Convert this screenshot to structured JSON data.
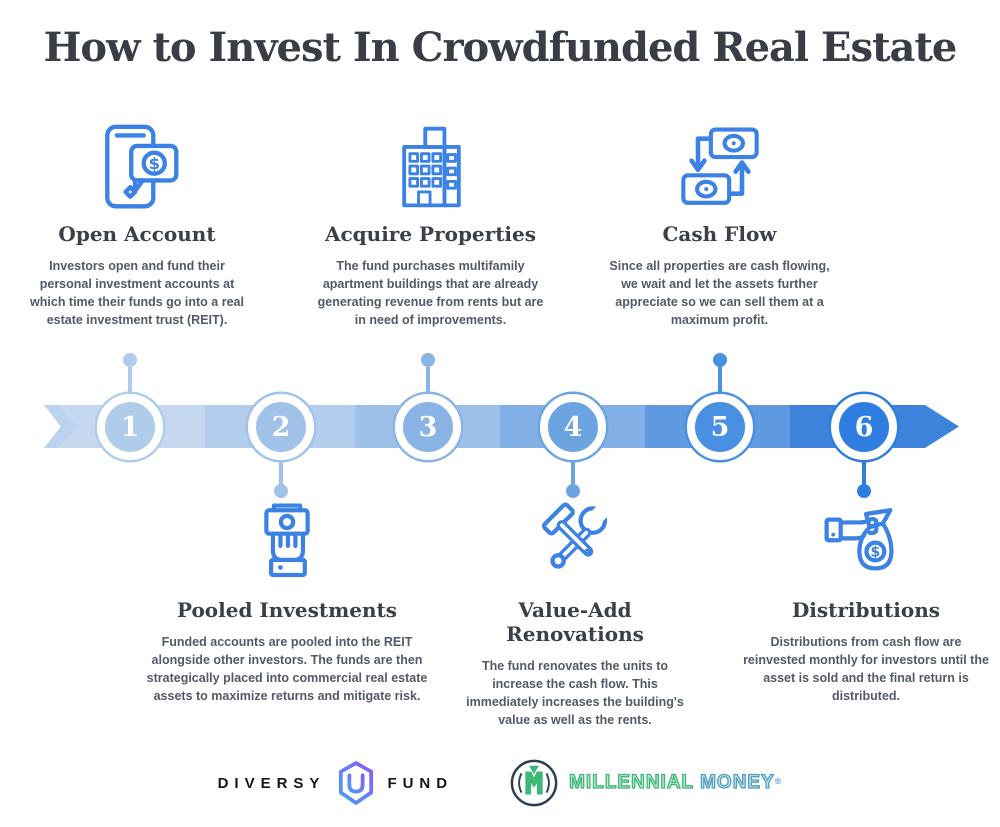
{
  "title": "How to Invest In Crowdfunded Real Estate",
  "steps": [
    {
      "number": "1",
      "heading": "Open Account",
      "description": "Investors open and fund their personal investment accounts at which time their funds go into a real estate investment trust (REIT).",
      "icon": "phone-dollar-icon",
      "accent": "#afccea"
    },
    {
      "number": "2",
      "heading": "Pooled Investments",
      "description": "Funded accounts are pooled into the REIT alongside other investors. The funds are then strategically placed into commercial real estate assets to maximize returns and mitigate risk.",
      "icon": "fist-money-icon",
      "accent": "#a0c2e8"
    },
    {
      "number": "3",
      "heading": "Acquire Properties",
      "description": "The fund purchases multifamily apartment buildings that are already generating revenue from rents but are in need of improvements.",
      "icon": "apartment-building-icon",
      "accent": "#8ab4e6"
    },
    {
      "number": "4",
      "heading": "Value-Add Renovations",
      "description": "The fund renovates the units to increase the cash flow. This immediately increases the building's value as well as the rents.",
      "icon": "hammer-wrench-icon",
      "accent": "#6ca4e2"
    },
    {
      "number": "5",
      "heading": "Cash Flow",
      "description": "Since all properties are cash flowing, we wait and let the assets further appreciate so we can sell them at a maximum profit.",
      "icon": "cash-cycle-icon",
      "accent": "#4a90e2"
    },
    {
      "number": "6",
      "heading": "Distributions",
      "description": "Distributions from cash flow are reinvested monthly for investors until the asset is sold and the final return is distributed.",
      "icon": "hand-moneybag-icon",
      "accent": "#2f7de0"
    }
  ],
  "timeline": {
    "segment_colors": [
      "#c5d8f0",
      "#b3cdec",
      "#9dc0e9",
      "#82afe5",
      "#5f9ae0",
      "#3d83dc"
    ]
  },
  "colors": {
    "title_text": "#383d46",
    "body_text": "#525a68",
    "icon_blue": "#3b82e4",
    "background": "#ffffff"
  },
  "footer": {
    "diversyfund": {
      "word_left": "DIVERSY",
      "word_right": "FUND"
    },
    "millennial_money": {
      "word1": "MILLENNIAL",
      "word2": "MONEY",
      "reg_mark": "®"
    }
  }
}
